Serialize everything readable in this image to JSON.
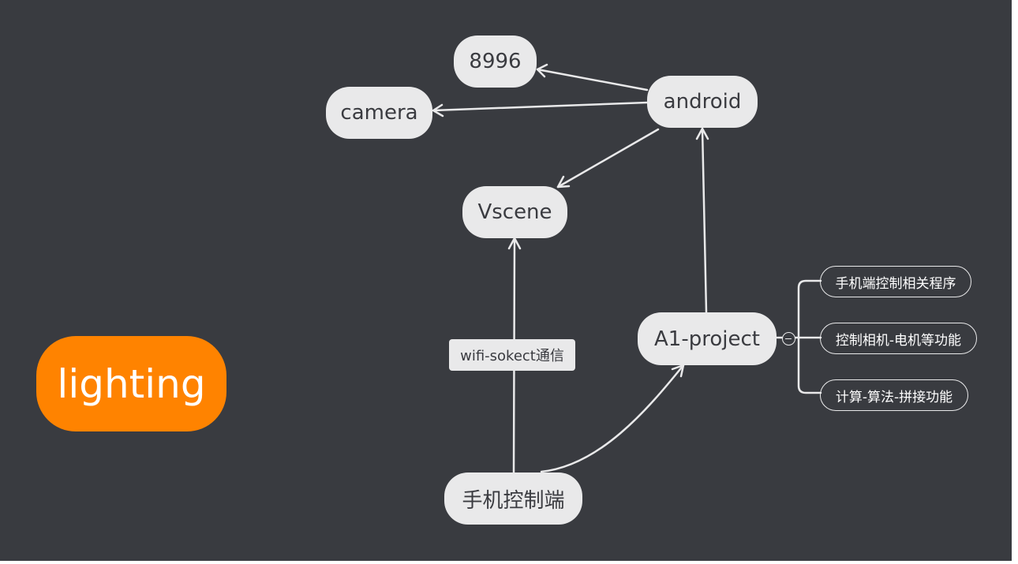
{
  "diagram": {
    "root": {
      "label": "lighting"
    },
    "nodes": {
      "n8996": "8996",
      "camera": "camera",
      "android": "android",
      "vscene": "Vscene",
      "a1_project": "A1-project",
      "phone": "手机控制端"
    },
    "edge_label": "wifi-sokect通信",
    "a1_children": [
      "手机端控制相关程序",
      "控制相机-电机等功能",
      "计算-算法-拼接功能"
    ],
    "edges": [
      {
        "from": "android",
        "to": "8996"
      },
      {
        "from": "android",
        "to": "camera"
      },
      {
        "from": "android",
        "to": "Vscene"
      },
      {
        "from": "A1-project",
        "to": "android"
      },
      {
        "from": "手机控制端",
        "to": "Vscene",
        "label": "wifi-sokect通信"
      },
      {
        "from": "手机控制端",
        "to": "A1-project"
      }
    ],
    "colors": {
      "background": "#393b40",
      "node_fill": "#e9e9ea",
      "node_text": "#3a3b40",
      "root_fill": "#ff8300",
      "root_text": "#ffffff",
      "line": "#e9e9ea"
    }
  }
}
